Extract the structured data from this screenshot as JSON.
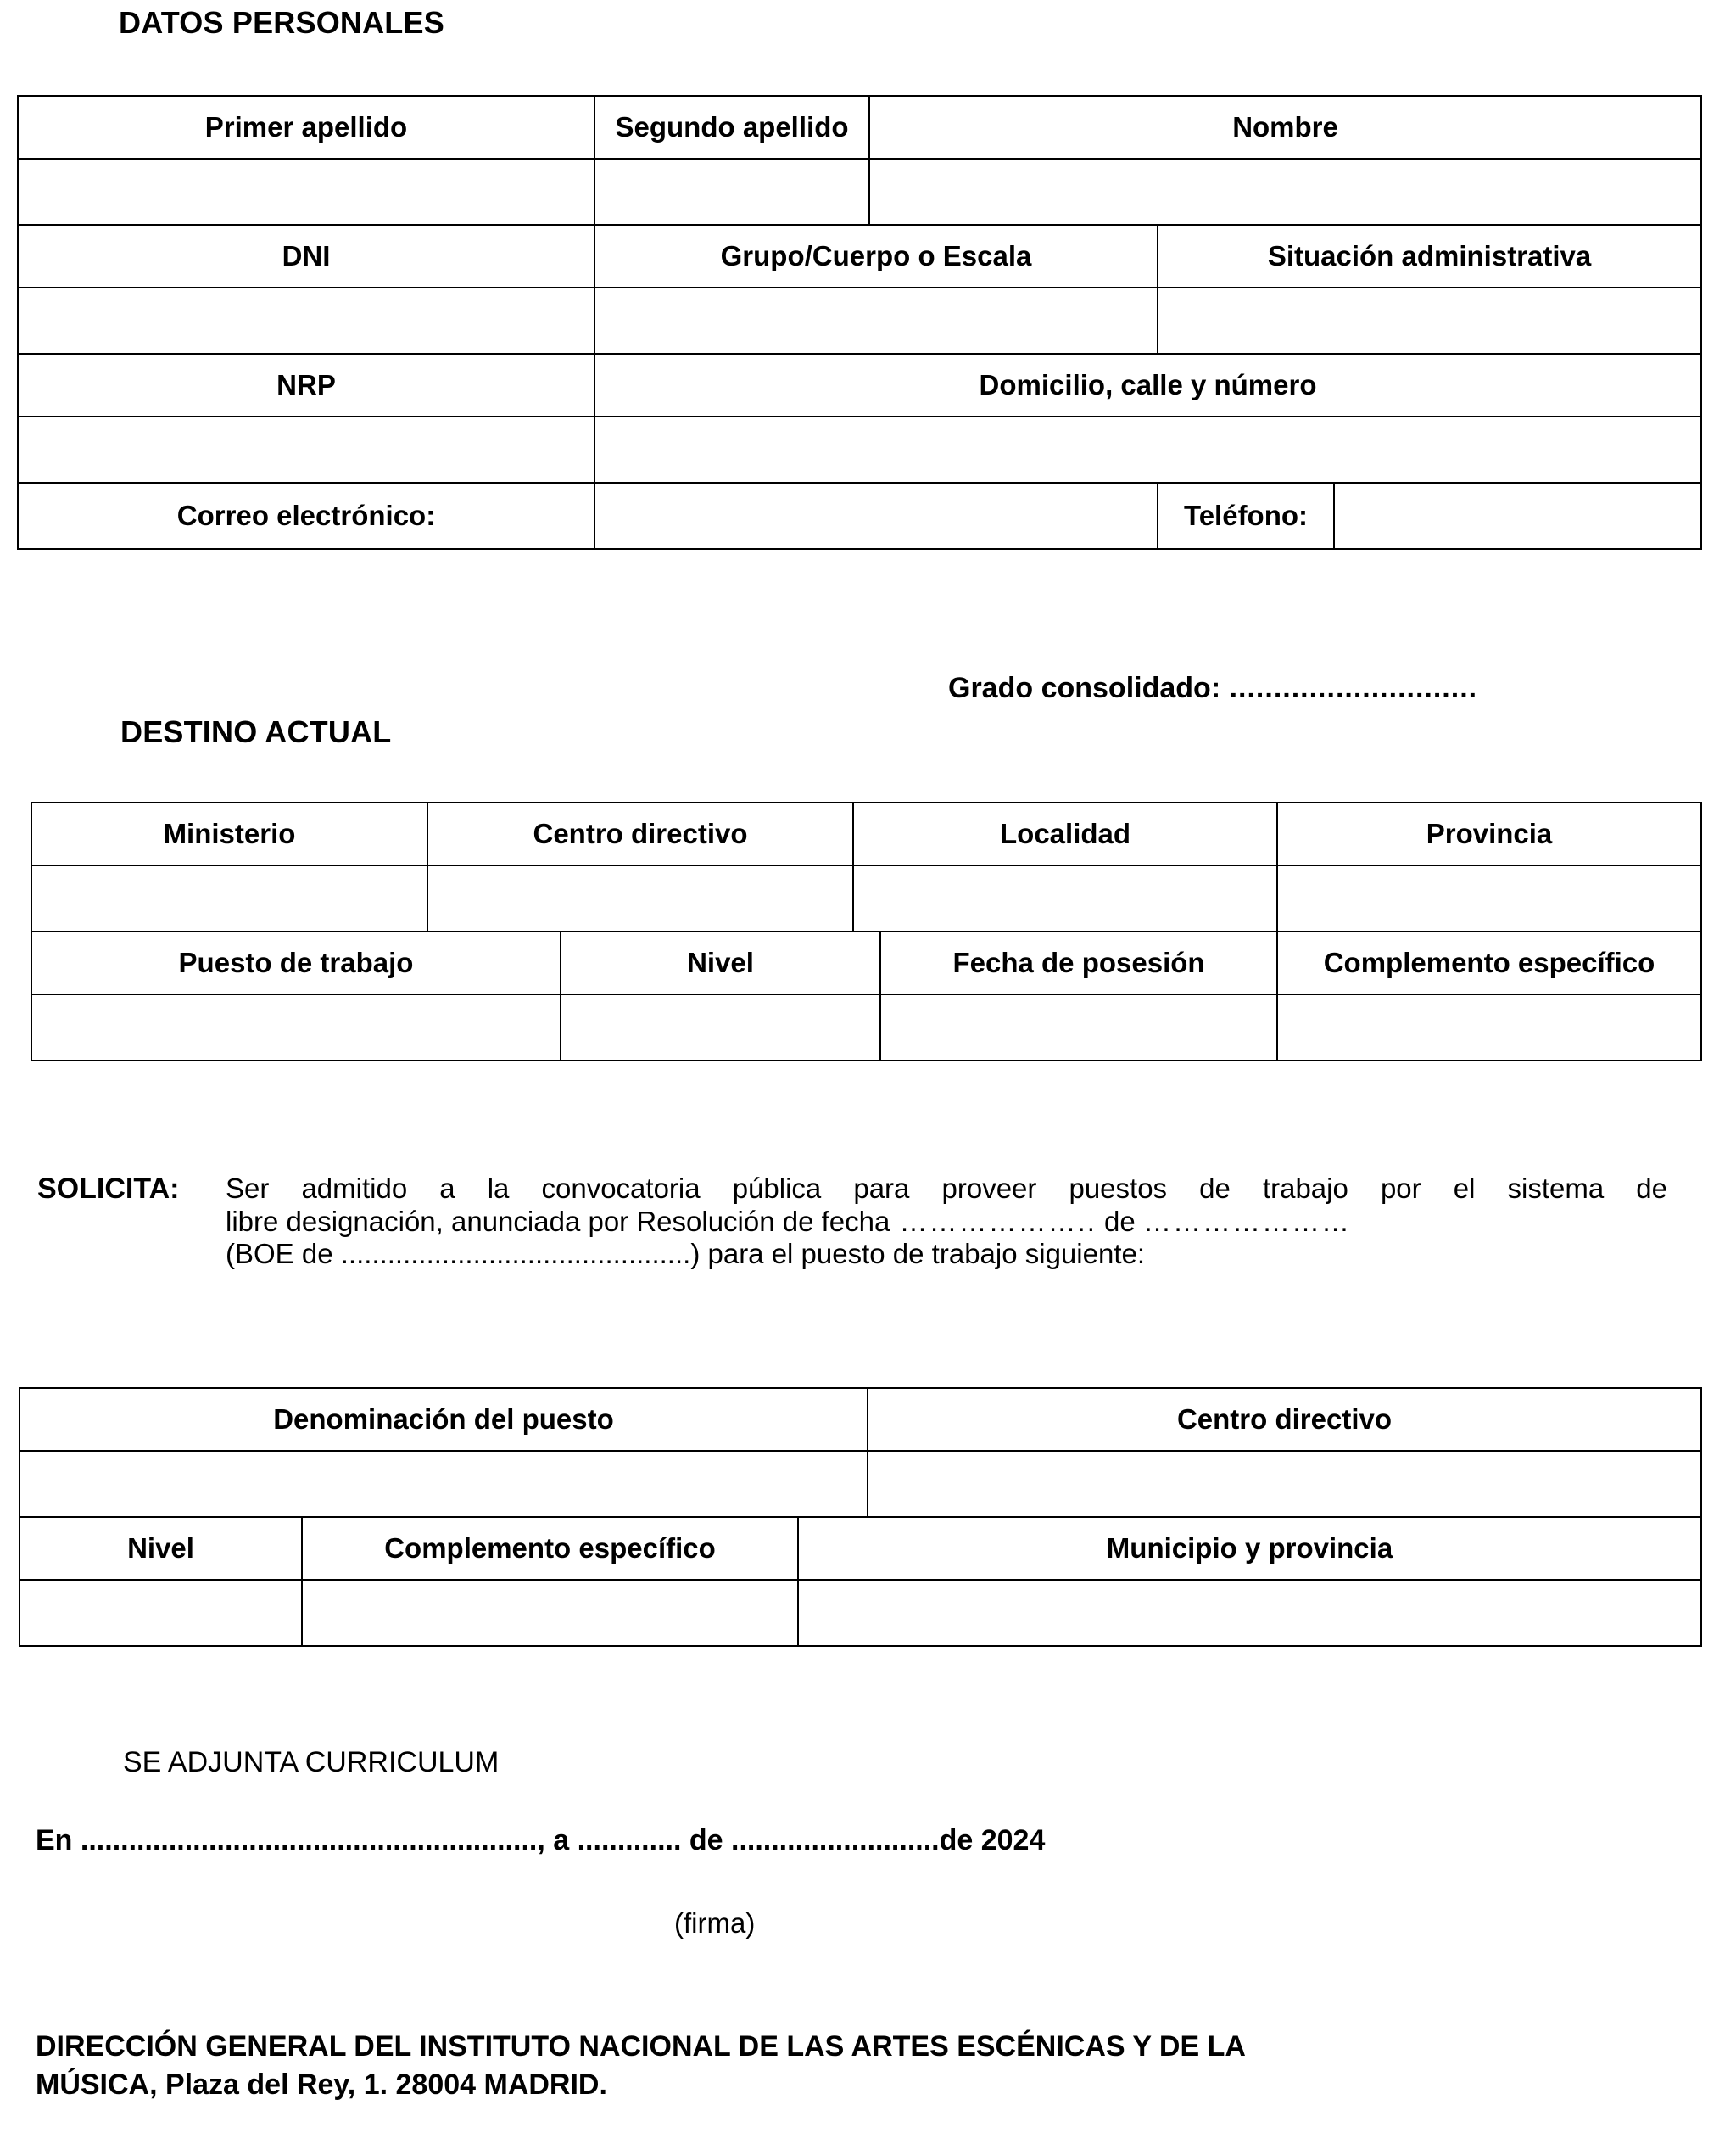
{
  "document": {
    "language": "es",
    "type": "administrative-application-form"
  },
  "sections": {
    "datos_personales": {
      "heading": "DATOS PERSONALES",
      "rows": [
        {
          "headers": [
            "Primer apellido",
            "Segundo apellido",
            "Nombre"
          ],
          "values": [
            "",
            "",
            ""
          ]
        },
        {
          "headers": [
            "DNI",
            "Grupo/Cuerpo o Escala",
            "Situación administrativa"
          ],
          "values": [
            "",
            "",
            ""
          ]
        },
        {
          "headers": [
            "NRP",
            "Domicilio, calle y número"
          ],
          "values": [
            "",
            ""
          ]
        }
      ],
      "contact_row": {
        "email_label": "Correo electrónico:",
        "email_value": "",
        "phone_label": "Teléfono:",
        "phone_value": ""
      }
    },
    "grado_consolidado": {
      "label": "Grado consolidado",
      "separator": ":",
      "dots": " ............................",
      "value": ""
    },
    "destino_actual": {
      "heading": "DESTINO ACTUAL",
      "rows": [
        {
          "headers": [
            "Ministerio",
            "Centro directivo",
            "Localidad",
            "Provincia"
          ],
          "values": [
            "",
            "",
            "",
            ""
          ]
        },
        {
          "headers": [
            "Puesto de trabajo",
            "Nivel",
            "Fecha de posesión",
            "Complemento específico"
          ],
          "values": [
            "",
            "",
            "",
            ""
          ]
        }
      ]
    },
    "solicita": {
      "label": "SOLICITA:",
      "line1": "Ser admitido a la  convocatoria  pública  para  proveer  puestos  de trabajo por el sistema de",
      "line2_part1": "libre  designación,  anunciada por Resolución de fecha",
      "line2_dots1": "  ………………..",
      "line2_de": " de ",
      "line2_dots2": "…………………",
      "line3_part1": "(BOE de ",
      "line3_dots": ".............................................",
      "line3_part2": ")  para el puesto de trabajo siguiente:"
    },
    "puesto_solicitado": {
      "rows": [
        {
          "headers": [
            "Denominación del puesto",
            "Centro directivo"
          ],
          "values": [
            "",
            ""
          ]
        },
        {
          "headers": [
            "Nivel",
            "Complemento específico",
            "Municipio y provincia"
          ],
          "values": [
            "",
            "",
            ""
          ]
        }
      ]
    },
    "footer": {
      "curriculum_note": "SE ADJUNTA CURRICULUM",
      "fecha_prefix": "En ",
      "fecha_dots1": ".........................................................",
      "fecha_mid1": ", a ",
      "fecha_dots2": ".............",
      "fecha_mid2": " de ",
      "fecha_dots3": "..........................",
      "fecha_suffix": "de 2024",
      "signature_label": "(firma)",
      "address_line1": "DIRECCIÓN GENERAL DEL INSTITUTO NACIONAL DE LAS ARTES ESCÉNICAS Y DE LA",
      "address_line2": "MÚSICA, Plaza del Rey, 1. 28004 MADRID."
    }
  },
  "colors": {
    "header_cell_background": "#efefef",
    "page_background": "#ffffff",
    "border": "#000000",
    "text": "#000000"
  }
}
